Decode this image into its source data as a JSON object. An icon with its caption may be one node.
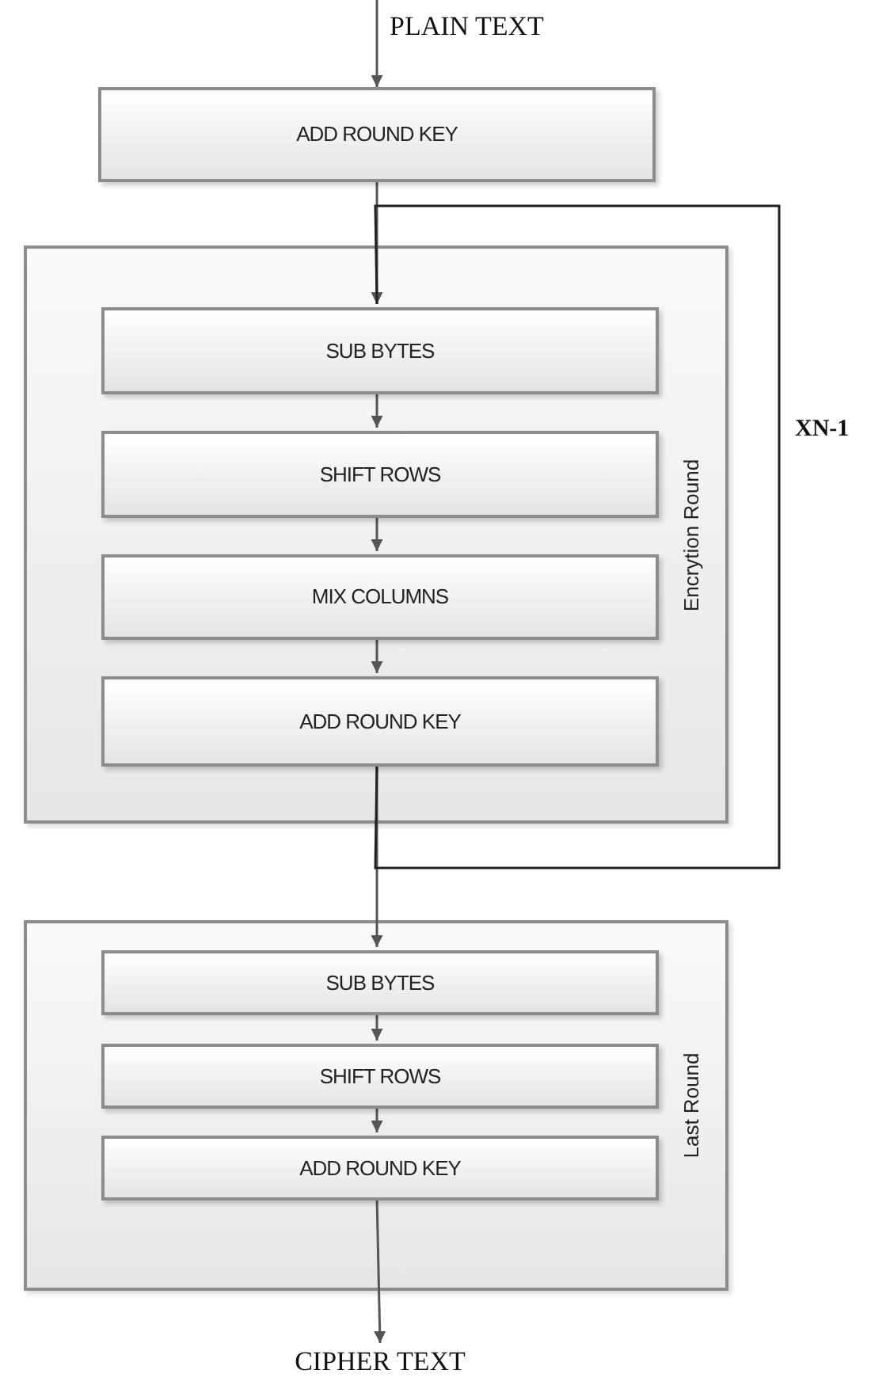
{
  "diagram": {
    "nodes": [
      {
        "text": [
          "ADD ROUND KEY"
        ]
      },
      {
        "text": [
          "Encrytion Round"
        ]
      },
      {
        "text": [
          "SUB BYTES"
        ],
        "in": 1
      },
      {
        "text": [
          "SHIFT ROWS"
        ],
        "in": 1
      },
      {
        "text": [
          "MIX COLUMNS"
        ],
        "in": 1
      },
      {
        "text": [
          "ADD ROUND KEY"
        ],
        "in": 1
      },
      {
        "text": [
          "Last Round"
        ]
      },
      {
        "text": [
          "SUB BYTES"
        ],
        "in": 6
      },
      {
        "text": [
          "SHIFT ROWS"
        ],
        "in": 6
      },
      {
        "text": [
          "ADD ROUND KEY"
        ],
        "in": 6
      },
      {
        "text": [
          "CIPHER TEXT"
        ]
      }
    ],
    "edges": [
      {
        "from": null,
        "to": 0,
        "arrow": "to",
        "label": "PLAIN TEXT"
      },
      {
        "from": 0,
        "to": 2,
        "arrow": "to"
      },
      {
        "from": 2,
        "to": 3,
        "arrow": "to"
      },
      {
        "from": 3,
        "to": 4,
        "arrow": "to"
      },
      {
        "from": 4,
        "to": 5,
        "arrow": "to"
      },
      {
        "from": 5,
        "to": 7,
        "arrow": "to"
      },
      {
        "from": 5,
        "to": 2,
        "arrow": "none",
        "label": "XN-1"
      },
      {
        "from": 7,
        "to": 8,
        "arrow": "to"
      },
      {
        "from": 8,
        "to": 9,
        "arrow": "to"
      },
      {
        "from": 9,
        "to": 10,
        "arrow": "to"
      }
    ]
  }
}
